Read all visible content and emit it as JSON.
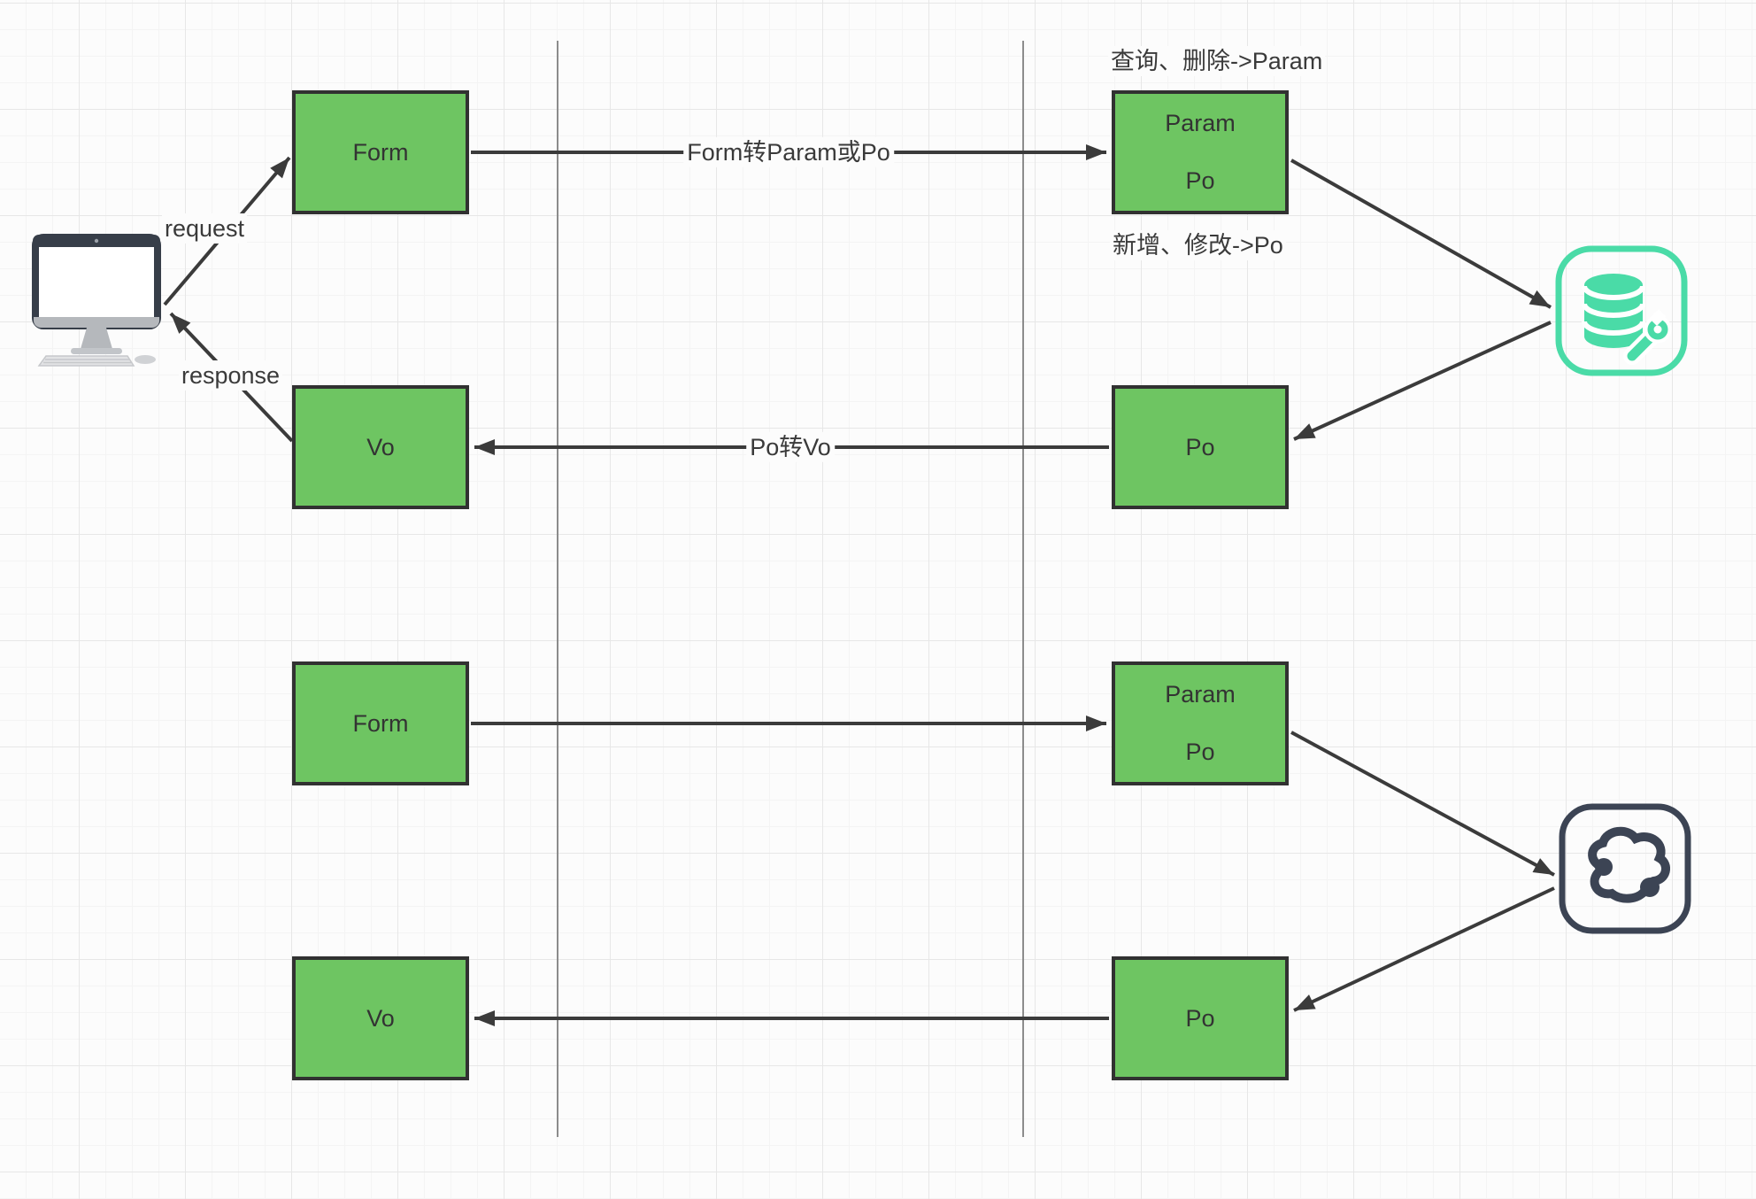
{
  "canvas": {
    "background": "#fcfcfc",
    "grid_minor_color": "#f4f4f4",
    "grid_major_color": "#e7e7e7"
  },
  "palette": {
    "box_fill": "#6ec562",
    "box_border": "#313131",
    "box_text": "#333333",
    "arrow_color": "#3b3b3b",
    "divider_color": "#8c8c8c",
    "database_icon_color": "#4adba7",
    "cloud_icon_color": "#3c4454",
    "monitor_frame_color": "#373e49"
  },
  "icons": {
    "client": "desktop-computer-icon",
    "database": "database-wrench-icon",
    "cloud": "cloud-service-icon"
  },
  "top_flow": {
    "form_box": "Form",
    "param_po_box": {
      "line1": "Param",
      "line2": "Po"
    },
    "vo_box": "Vo",
    "po_box": "Po",
    "request_label": "request",
    "response_label": "response",
    "form_to_param_label": "Form转Param或Po",
    "po_to_vo_label": "Po转Vo",
    "query_delete_note": "查询、删除->Param",
    "add_update_note": "新增、修改->Po"
  },
  "bottom_flow": {
    "form_box": "Form",
    "param_po_box": {
      "line1": "Param",
      "line2": "Po"
    },
    "vo_box": "Vo",
    "po_box": "Po"
  }
}
